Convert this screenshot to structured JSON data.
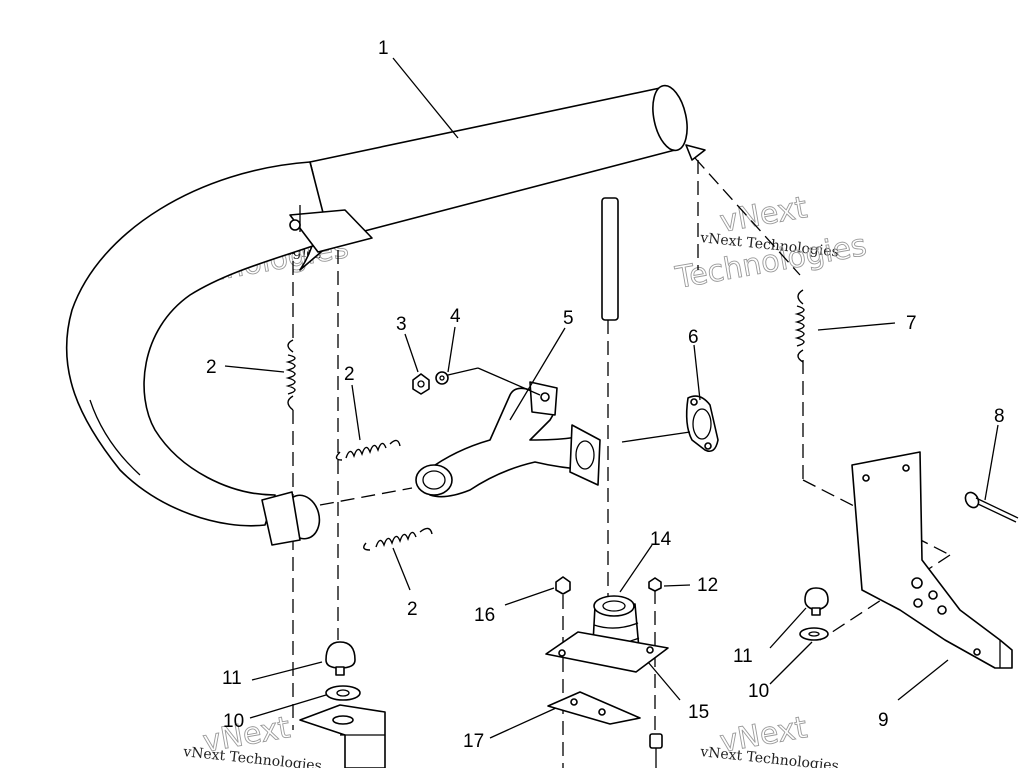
{
  "callouts": [
    {
      "key": "c1",
      "label": "1"
    },
    {
      "key": "c2a",
      "label": "2"
    },
    {
      "key": "c2b",
      "label": "2"
    },
    {
      "key": "c2c",
      "label": "2"
    },
    {
      "key": "c3",
      "label": "3"
    },
    {
      "key": "c4",
      "label": "4"
    },
    {
      "key": "c5",
      "label": "5"
    },
    {
      "key": "c6",
      "label": "6"
    },
    {
      "key": "c7",
      "label": "7"
    },
    {
      "key": "c8",
      "label": "8"
    },
    {
      "key": "c9",
      "label": "9"
    },
    {
      "key": "c10a",
      "label": "10"
    },
    {
      "key": "c10b",
      "label": "10"
    },
    {
      "key": "c11a",
      "label": "11"
    },
    {
      "key": "c11b",
      "label": "11"
    },
    {
      "key": "c12",
      "label": "12"
    },
    {
      "key": "c14",
      "label": "14"
    },
    {
      "key": "c15",
      "label": "15"
    },
    {
      "key": "c16",
      "label": "16"
    },
    {
      "key": "c17",
      "label": "17"
    }
  ],
  "watermark": {
    "big": "vNext",
    "line": "vNext Technologies",
    "word": "Technologies"
  }
}
